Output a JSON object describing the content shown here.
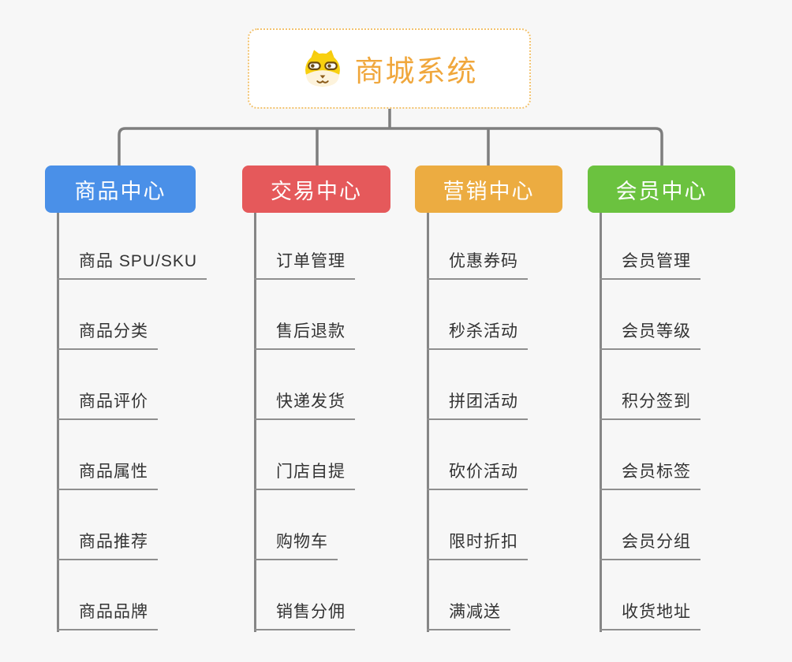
{
  "canvas": {
    "background": "#f7f7f7",
    "connector_color": "#7e7e7e",
    "leaf_line_color": "#8f8f8f",
    "leaf_text_color": "#333333"
  },
  "root": {
    "title": "商城系统",
    "icon": "dog-icon",
    "text_color": "#f0a73c",
    "border_color": "#f2c26e"
  },
  "branches": [
    {
      "label": "商品中心",
      "color": "#4a90e8",
      "children": [
        "商品 SPU/SKU",
        "商品分类",
        "商品评价",
        "商品属性",
        "商品推荐",
        "商品品牌"
      ]
    },
    {
      "label": "交易中心",
      "color": "#e5595b",
      "children": [
        "订单管理",
        "售后退款",
        "快递发货",
        "门店自提",
        "购物车",
        "销售分佣"
      ]
    },
    {
      "label": "营销中心",
      "color": "#ecac41",
      "children": [
        "优惠券码",
        "秒杀活动",
        "拼团活动",
        "砍价活动",
        "限时折扣",
        "满减送"
      ]
    },
    {
      "label": "会员中心",
      "color": "#6bc23f",
      "children": [
        "会员管理",
        "会员等级",
        "积分签到",
        "会员标签",
        "会员分组",
        "收货地址"
      ]
    }
  ]
}
